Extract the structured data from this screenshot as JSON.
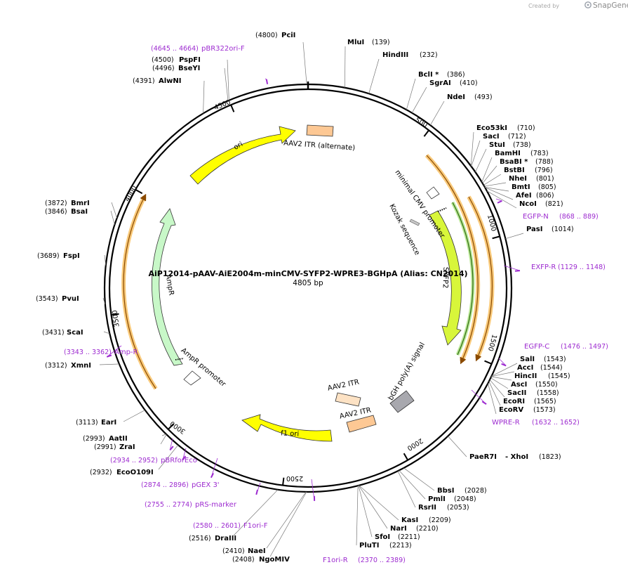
{
  "credit": {
    "created_by": "Created by",
    "brand": "SnapGene"
  },
  "plasmid": {
    "name": "AiP12014-pAAV-AiE2004m-minCMV-SYFP2-WPRE3-BGHpA (Alias: CN2014)",
    "size_label": "4805 bp",
    "length_bp": 4805
  },
  "ticks": [
    "500",
    "1000",
    "1500",
    "2000",
    "2500",
    "3000",
    "3500",
    "4000",
    "4500"
  ],
  "enzymes": [
    {
      "name": "PciI",
      "pos": "(4800)"
    },
    {
      "name": "MluI",
      "pos": "(139)"
    },
    {
      "name": "HindIII",
      "pos": "(232)"
    },
    {
      "name": "BclI *",
      "pos": "(386)"
    },
    {
      "name": "SgrAI",
      "pos": "(410)"
    },
    {
      "name": "NdeI",
      "pos": "(493)"
    },
    {
      "name": "Eco53kI",
      "pos": "(710)"
    },
    {
      "name": "SacI",
      "pos": "(712)"
    },
    {
      "name": "StuI",
      "pos": "(738)"
    },
    {
      "name": "BamHI",
      "pos": "(783)"
    },
    {
      "name": "BsaBI *",
      "pos": "(788)"
    },
    {
      "name": "BstBI",
      "pos": "(796)"
    },
    {
      "name": "NheI",
      "pos": "(801)"
    },
    {
      "name": "BmtI",
      "pos": "(805)"
    },
    {
      "name": "AfeI",
      "pos": "(806)"
    },
    {
      "name": "NcoI",
      "pos": "(821)"
    },
    {
      "name": "PasI",
      "pos": "(1014)"
    },
    {
      "name": "SalI",
      "pos": "(1543)"
    },
    {
      "name": "AccI",
      "pos": "(1544)"
    },
    {
      "name": "HincII",
      "pos": "(1545)"
    },
    {
      "name": "AscI",
      "pos": "(1550)"
    },
    {
      "name": "SacII",
      "pos": "(1558)"
    },
    {
      "name": "EcoRI",
      "pos": "(1565)"
    },
    {
      "name": "EcoRV",
      "pos": "(1573)"
    },
    {
      "name": "PaeR7I",
      "pos": ""
    },
    {
      "name": "- XhoI",
      "pos": "(1823)"
    },
    {
      "name": "BbsI",
      "pos": "(2028)"
    },
    {
      "name": "PmlI",
      "pos": "(2048)"
    },
    {
      "name": "RsrII",
      "pos": "(2053)"
    },
    {
      "name": "KasI",
      "pos": "(2209)"
    },
    {
      "name": "NarI",
      "pos": "(2210)"
    },
    {
      "name": "SfoI",
      "pos": "(2211)"
    },
    {
      "name": "PluTI",
      "pos": "(2213)"
    },
    {
      "name": "NaeI",
      "pos": "(2410)"
    },
    {
      "name": "NgoMIV",
      "pos": "(2408)"
    },
    {
      "name": "DraIII",
      "pos": "(2516)"
    },
    {
      "name": "EcoO109I",
      "pos": "(2932)"
    },
    {
      "name": "ZraI",
      "pos": "(2991)"
    },
    {
      "name": "AatII",
      "pos": "(2993)"
    },
    {
      "name": "EarI",
      "pos": "(3113)"
    },
    {
      "name": "XmnI",
      "pos": "(3312)"
    },
    {
      "name": "ScaI",
      "pos": "(3431)"
    },
    {
      "name": "PvuI",
      "pos": "(3543)"
    },
    {
      "name": "FspI",
      "pos": "(3689)"
    },
    {
      "name": "BsaI",
      "pos": "(3846)"
    },
    {
      "name": "BmrI",
      "pos": "(3872)"
    },
    {
      "name": "AlwNI",
      "pos": "(4391)"
    },
    {
      "name": "BseYI",
      "pos": "(4496)"
    },
    {
      "name": "PspFI",
      "pos": "(4500)"
    }
  ],
  "primers": [
    {
      "name": "pBR322ori-F",
      "range": "(4645 .. 4664)"
    },
    {
      "name": "EGFP-N",
      "range": "(868 .. 889)"
    },
    {
      "name": "EXFP-R",
      "range": "(1129 .. 1148)"
    },
    {
      "name": "EGFP-C",
      "range": "(1476 .. 1497)"
    },
    {
      "name": "WPRE-R",
      "range": "(1632 .. 1652)"
    },
    {
      "name": "F1ori-R",
      "range": "(2370 .. 2389)"
    },
    {
      "name": "F1ori-F",
      "range": "(2580 .. 2601)"
    },
    {
      "name": "pRS-marker",
      "range": "(2755 .. 2774)"
    },
    {
      "name": "pGEX 3'",
      "range": "(2874 .. 2896)"
    },
    {
      "name": "pBRforEco",
      "range": "(2934 .. 2952)"
    },
    {
      "name": "Amp-R",
      "range": "(3343 .. 3362)"
    }
  ],
  "features": {
    "aav2_itr_alt": "AAV2 ITR (alternate)",
    "ori": "ori",
    "min_cmv": "minimal CMV promoter",
    "kozak": "Kozak sequence",
    "syfp2": "SYFP2",
    "bgh": "bGH poly(A) signal",
    "aav2_itr_1": "AAV2 ITR",
    "aav2_itr_2": "AAV2 ITR",
    "f1_ori": "f1 ori",
    "ampr": "AmpR",
    "ampr_promoter": "AmpR promoter"
  },
  "colors": {
    "ori": "#ffff00",
    "itr": "#fdc894",
    "syfp2": "#d8f63a",
    "ampr": "#c8f8c8",
    "bgh": "#a8a8ae",
    "orange_arc": "#f5a623",
    "green_arc": "#4a9d2a",
    "primer": "#9d2bd0"
  }
}
